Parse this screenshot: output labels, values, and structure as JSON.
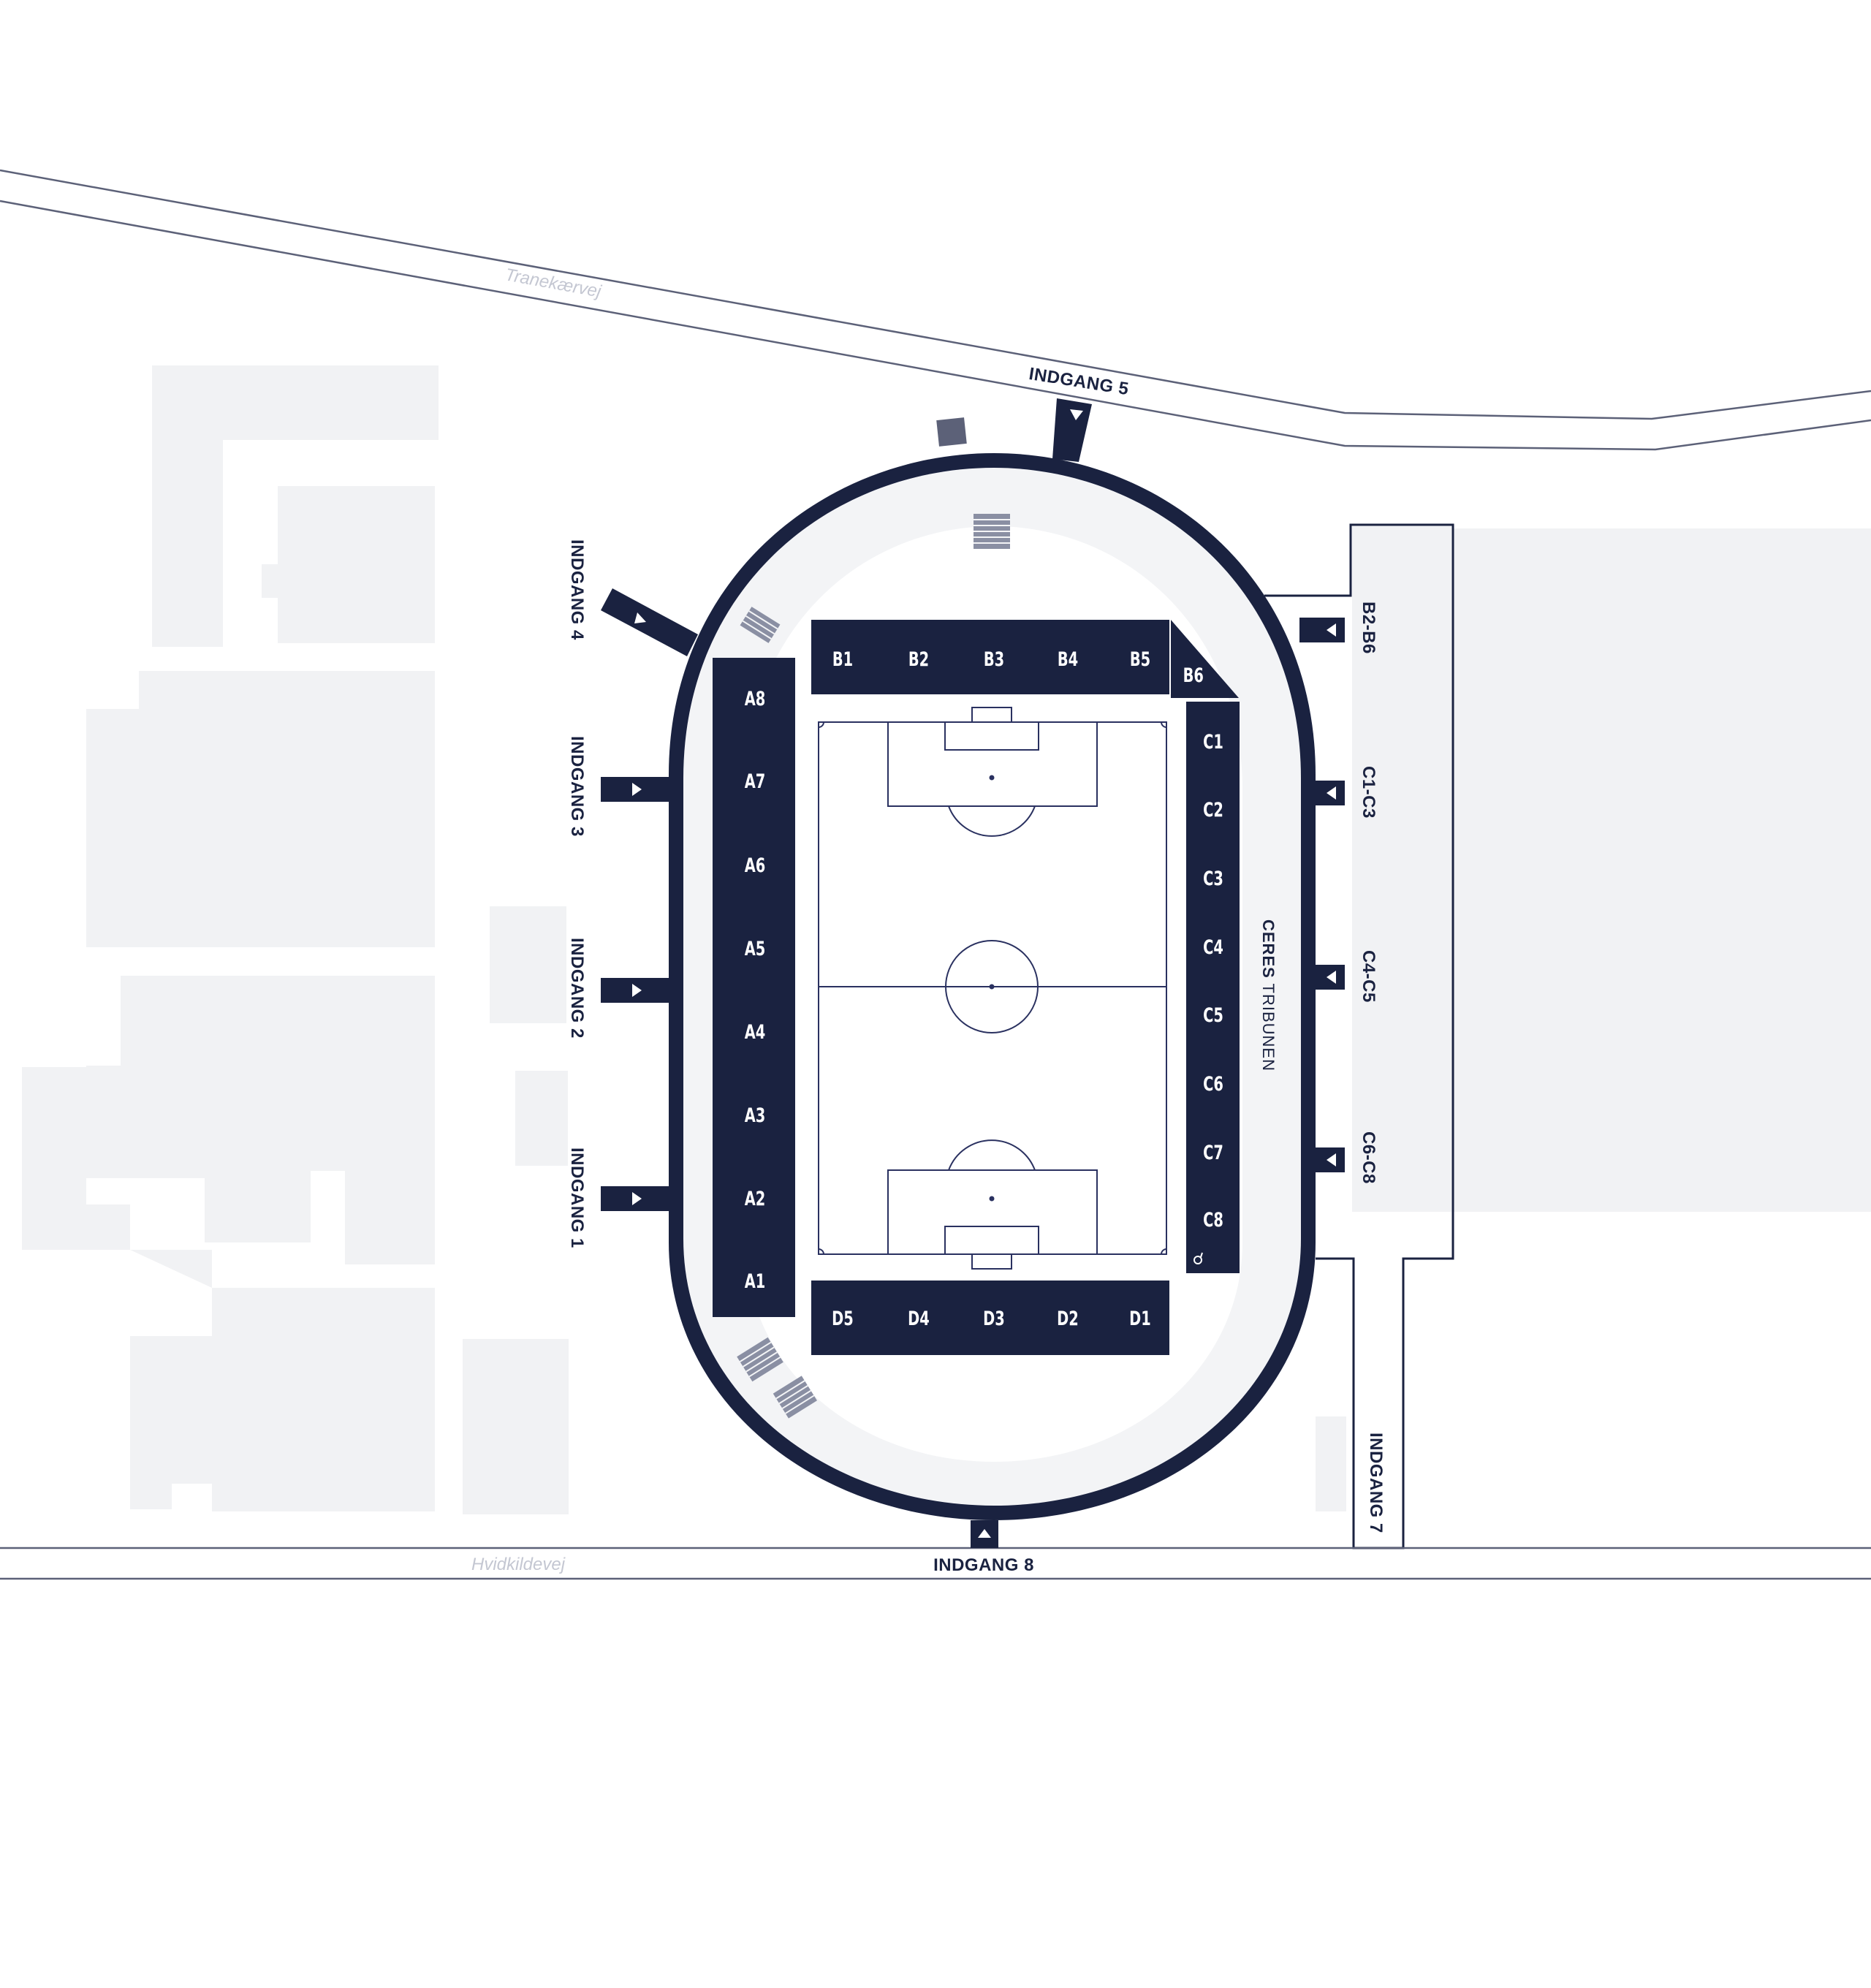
{
  "colors": {
    "navy": "#1a2240",
    "building": "#f1f2f4",
    "concourse": "#f3f4f6",
    "road_line": "#5c6178",
    "road_text": "#c4c7d2",
    "pitch_line": "#2a3160",
    "white": "#ffffff"
  },
  "roads": {
    "north": "Tranekærvej",
    "south": "Hvidkildevej"
  },
  "entrances": {
    "e1": "INDGANG 1",
    "e2": "INDGANG 2",
    "e3": "INDGANG 3",
    "e4": "INDGANG 4",
    "e5": "INDGANG 5",
    "e7": "INDGANG 7",
    "e8": "INDGANG 8"
  },
  "gate_labels": {
    "b": "B2-B6",
    "c1": "C1-C3",
    "c4": "C4-C5",
    "c6": "C6-C8"
  },
  "tribune": {
    "name_bold": "CERES",
    "name_rest": " TRIBUNEN"
  },
  "sections": {
    "A": [
      "A8",
      "A7",
      "A6",
      "A5",
      "A4",
      "A3",
      "A2",
      "A1"
    ],
    "B": [
      "B1",
      "B2",
      "B3",
      "B4",
      "B5"
    ],
    "B6": "B6",
    "C": [
      "C1",
      "C2",
      "C3",
      "C4",
      "C5",
      "C6",
      "C7",
      "C8"
    ],
    "D": [
      "D5",
      "D4",
      "D3",
      "D2",
      "D1"
    ]
  },
  "icons": {
    "gate_arrow": "triangle-arrow-icon",
    "stairs": "stairs-icon",
    "accessibility": "wheelchair-icon"
  }
}
